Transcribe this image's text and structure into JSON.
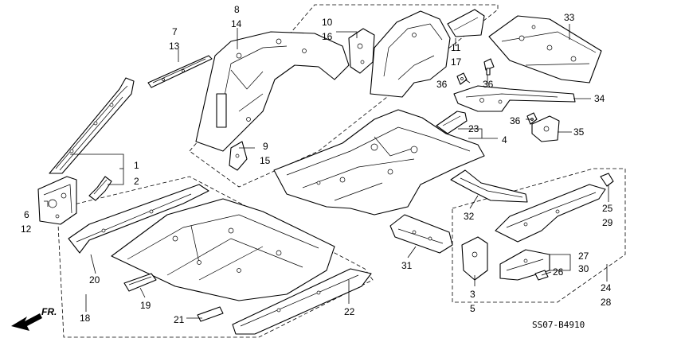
{
  "diagram": {
    "callouts": {
      "c1": "1",
      "c2": "2",
      "c3": "3",
      "c4": "4",
      "c5": "5",
      "c6": "6",
      "c7": "7",
      "c8": "8",
      "c9": "9",
      "c10": "10",
      "c11": "11",
      "c12": "12",
      "c13": "13",
      "c14": "14",
      "c15": "15",
      "c16": "16",
      "c17": "17",
      "c18": "18",
      "c19": "19",
      "c20": "20",
      "c21": "21",
      "c22": "22",
      "c23": "23",
      "c24": "24",
      "c25": "25",
      "c26": "26",
      "c27": "27",
      "c28": "28",
      "c29": "29",
      "c30": "30",
      "c31": "31",
      "c32": "32",
      "c33": "33",
      "c34": "34",
      "c35": "35",
      "c36a": "36",
      "c36b": "36",
      "c36c": "36"
    },
    "front_label": "FR.",
    "diagram_code": "SS07-B4910"
  }
}
